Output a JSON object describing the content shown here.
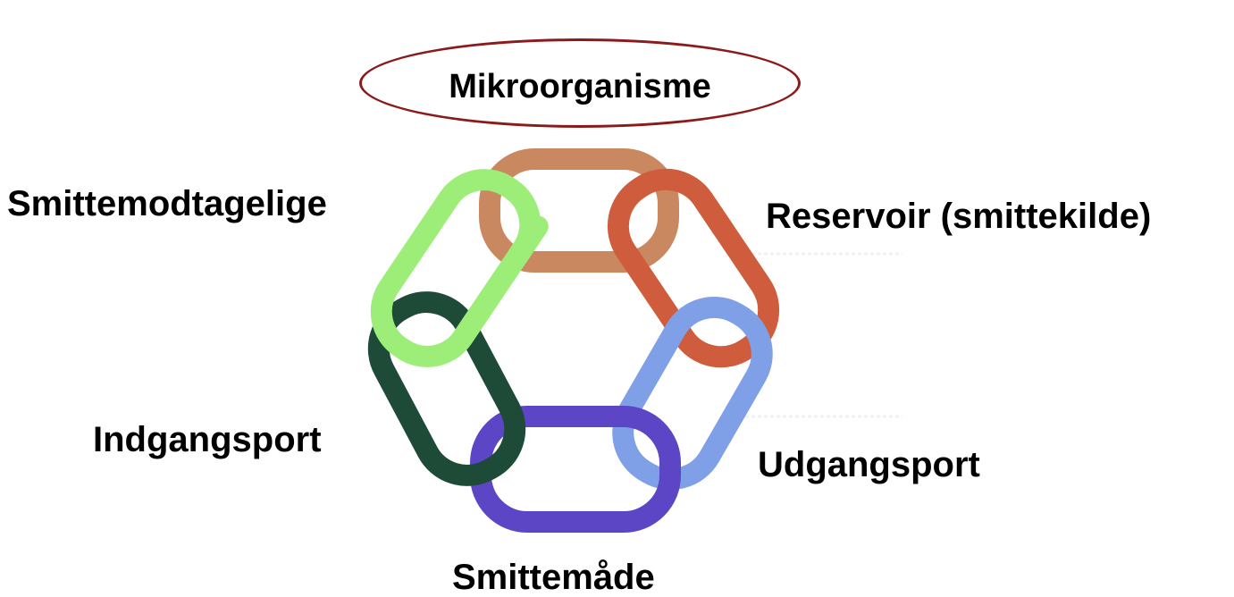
{
  "title": "Mikroorganisme",
  "links": [
    {
      "label": "Reservoir (smittekilde)",
      "color": "#cf5c3c"
    },
    {
      "label": "Udgangsport",
      "color": "#7f9fe6"
    },
    {
      "label": "Smittemåde",
      "color": "#5c46c6"
    },
    {
      "label": "Indgangsport",
      "color": "#1e4a38"
    },
    {
      "label": "Smittemodtagelige",
      "color": "#9cee78"
    }
  ],
  "top_link_color": "#c98860",
  "outline_color": "#8b1a1a"
}
